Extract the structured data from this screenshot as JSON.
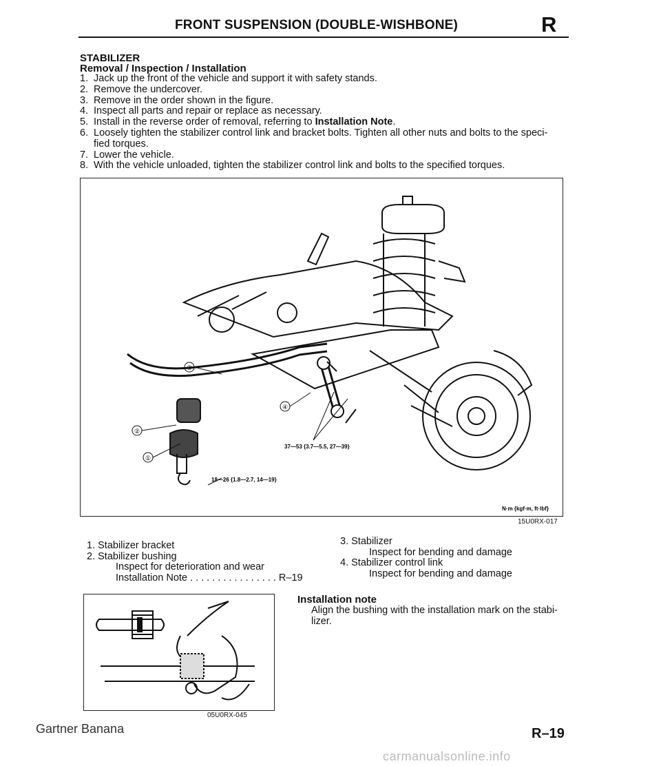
{
  "header": {
    "title": "FRONT SUSPENSION (DOUBLE-WISHBONE)",
    "section_letter": "R"
  },
  "section": {
    "title": "STABILIZER",
    "subtitle": "Removal / Inspection / Installation"
  },
  "steps": [
    {
      "num": "1.",
      "text": "Jack up the front of the vehicle and support it with safety stands."
    },
    {
      "num": "2.",
      "text": "Remove the undercover."
    },
    {
      "num": "3.",
      "text": "Remove in the order shown in the figure."
    },
    {
      "num": "4.",
      "text": "Inspect all parts and repair or replace as necessary."
    },
    {
      "num": "5.",
      "text": "Install in the reverse order of removal, referring to ",
      "bold": "Installation Note",
      "after": "."
    },
    {
      "num": "6.",
      "text": "Loosely tighten the stabilizer control link and bracket bolts. Tighten all other nuts and bolts to the speci-",
      "cont": "fied torques."
    },
    {
      "num": "7.",
      "text": "Lower the vehicle."
    },
    {
      "num": "8.",
      "text": "With the vehicle unloaded, tighten the stabilizer control link and bolts to the specified torques."
    }
  ],
  "figure1": {
    "callouts": [
      "③",
      "④",
      "②",
      "①"
    ],
    "torque_link": "37—53 {3.7—5.5, 27—39}",
    "torque_bracket": "18—26 {1.8—2.7, 14—19}",
    "units": "N·m {kgf·m, ft·lbf}",
    "code": "15U0RX-017"
  },
  "parts_list": {
    "left": [
      "1.  Stabilizer bracket",
      "2.  Stabilizer bushing",
      "Inspect for deterioration and wear",
      "Installation Note  . . . . . . . . . . . . . . . .  R–19"
    ],
    "right": [
      "3.  Stabilizer",
      "Inspect for bending and damage",
      "4.  Stabilizer control link",
      "Inspect for bending and damage"
    ]
  },
  "figure2": {
    "code": "05U0RX-045"
  },
  "installation_note": {
    "title": "Installation note",
    "text_line1": "Align the bushing with the installation mark on the stabi-",
    "text_line2": "lizer."
  },
  "footer": {
    "watermark_left": "Gartner Banana",
    "page_number": "R–19",
    "watermark_bottom": "carmanualsonline.info"
  }
}
